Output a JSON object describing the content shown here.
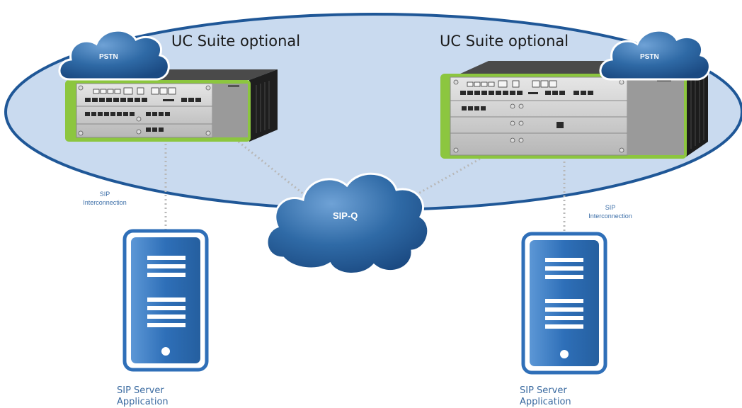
{
  "diagram": {
    "left_system": {
      "label": "UC Suite optional",
      "cloud": "PSTN",
      "link_label_1": "SIP",
      "link_label_2": "Interconnection"
    },
    "right_system": {
      "label": "UC Suite optional",
      "cloud": "PSTN",
      "link_label_1": "SIP",
      "link_label_2": "Interconnection"
    },
    "center_cloud": "SIP-Q",
    "servers": [
      {
        "line1": "SIP Server",
        "line2": "Application"
      },
      {
        "line1": "SIP Server",
        "line2": "Application"
      }
    ]
  },
  "colors": {
    "ellipse_fill": "#c9daef",
    "ellipse_stroke": "#1f5797",
    "cloud": "#2e6aa8",
    "server": "#2f6fb8",
    "device_green": "#8cc63f",
    "device_body": "#2b2b2b",
    "connector": "#b5b5b5"
  }
}
